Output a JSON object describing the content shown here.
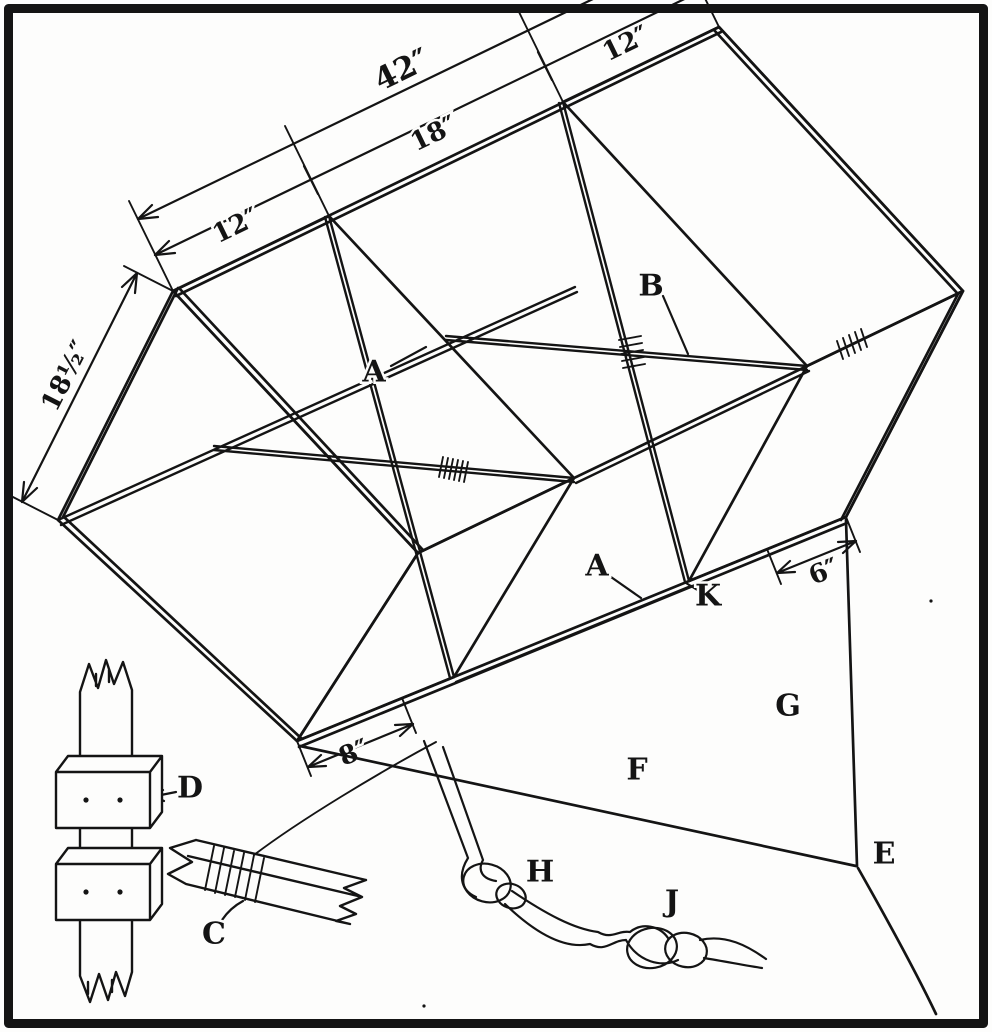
{
  "dimensions": {
    "total_length": "42″",
    "left_cell_width": "12″",
    "center_gap": "18″",
    "right_cell_width": "12″",
    "frame_height": "18½″",
    "bottom_left_offset": "8″",
    "bottom_right_offset": "6″"
  },
  "labels": {
    "longeron_top": "A",
    "longeron_bottom": "A",
    "cross_brace": "B",
    "whipped_stick": "C",
    "clip_fitting": "D",
    "bridle_point": "E",
    "bridle_leg_long": "F",
    "bridle_leg_short": "G",
    "knot": "H",
    "loop_knot": "J",
    "corner_joint": "K"
  },
  "colors": {
    "ink": "#141414",
    "paper": "#fdfdfc"
  }
}
